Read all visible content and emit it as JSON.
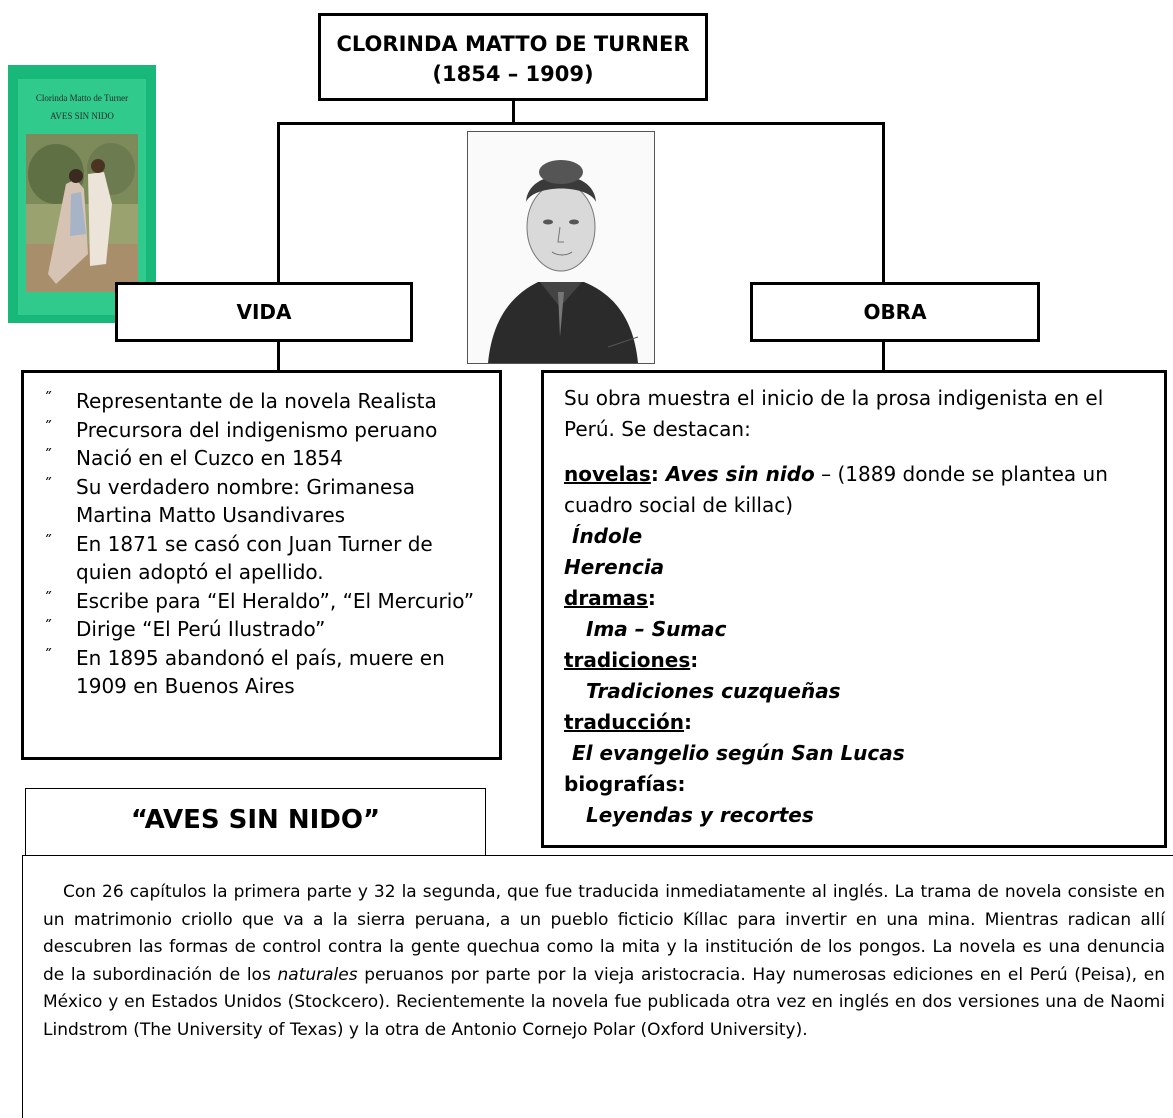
{
  "title": {
    "name": "CLORINDA MATTO DE TURNER",
    "years": "(1854 – 1909)"
  },
  "book_cover": {
    "author": "Clorinda Matto de Turner",
    "title": "AVES SIN NIDO"
  },
  "vida": {
    "label": "VIDA",
    "bullet_glyph": "˝",
    "items": [
      "Representante de la novela Realista",
      "Precursora del indigenismo peruano",
      "Nació en el Cuzco en 1854",
      "Su verdadero nombre: Grimanesa Martina Matto Usandivares",
      "En 1871 se casó con Juan Turner de quien adoptó el apellido.",
      "Escribe para “El Heraldo”, “El Mercurio”",
      "Dirige “El Perú Ilustrado”",
      "En 1895 abandonó el país, muere en 1909 en Buenos Aires"
    ]
  },
  "obra": {
    "label": "OBRA",
    "intro": "Su obra muestra el inicio de la prosa indigenista en el Perú. Se destacan:",
    "novelas_label": "novelas",
    "novelas_main": "Aves sin nido",
    "novelas_note": " – (1889 donde se plantea un cuadro social de killac)",
    "novelas_extra": [
      "Índole",
      "Herencia"
    ],
    "dramas_label": "dramas",
    "dramas": "Ima – Sumac",
    "tradiciones_label": "tradiciones",
    "tradiciones": "Tradiciones cuzqueñas",
    "traduccion_label": "traducción",
    "traduccion": "El evangelio según San Lucas",
    "biografias_label": "biografías:",
    "biografias": "Leyendas y recortes"
  },
  "aves_title": "“AVES SIN NIDO”",
  "summary": {
    "before_italic": "Con 26 capítulos la primera parte y 32 la segunda, que fue traducida inmediatamente al inglés. La trama de novela consiste en un matrimonio criollo que va a la sierra peruana, a un pueblo ficticio Kíllac para invertir en una mina. Mientras radican allí descubren las formas de control contra la gente quechua como la mita y la institución de los pongos. La novela es una denuncia de la subordinación de los ",
    "italic": "naturales",
    "after_italic": " peruanos por parte por la vieja aristocracia. Hay numerosas ediciones en el Perú (Peisa), en México y en Estados Unidos (Stockcero). Recientemente la novela fue publicada otra vez en inglés en dos versiones una de Naomi Lindstrom (The University of Texas) y la otra de Antonio Cornejo Polar (Oxford University)."
  }
}
